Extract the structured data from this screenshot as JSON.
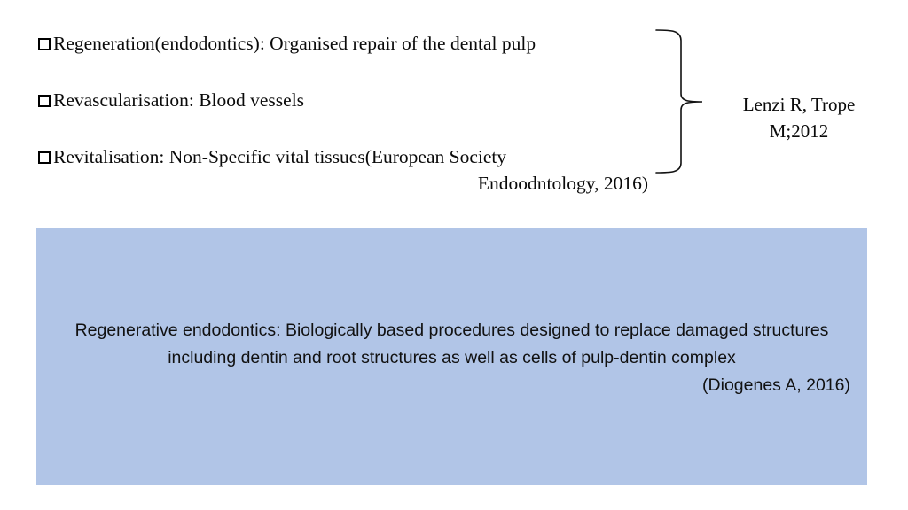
{
  "slide": {
    "background_color": "#ffffff"
  },
  "definitions": {
    "bullet_glyph": "hollow-square",
    "items": [
      {
        "text": "Regeneration(endodontics): Organised repair of the dental pulp"
      },
      {
        "text": "Revascularisation: Blood vessels"
      },
      {
        "text": "Revitalisation: Non-Specific vital tissues(European Society",
        "wrap": "Endoodntology, 2016)"
      }
    ]
  },
  "brace": {
    "orientation": "right-facing",
    "color": "#111111"
  },
  "citation": {
    "line1": "Lenzi R, Trope",
    "line2": "M;2012"
  },
  "callout": {
    "background_color": "#b1c5e7",
    "line1": "Regenerative endodontics: Biologically based procedures designed to replace damaged",
    "line2": "structures including dentin and root structures as well as cells of pulp-dentin complex",
    "source": "(Diogenes A, 2016)"
  }
}
